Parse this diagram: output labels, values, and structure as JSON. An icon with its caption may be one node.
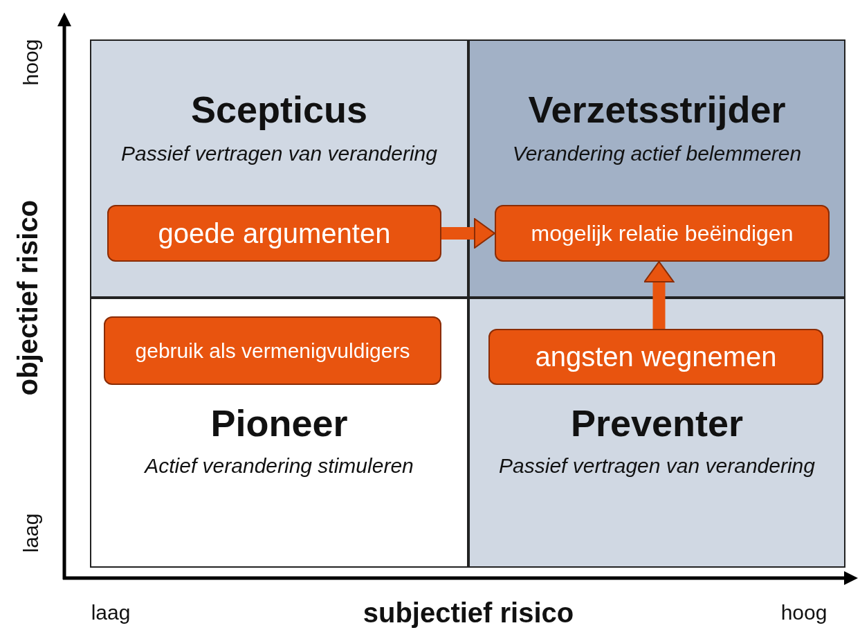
{
  "diagram": {
    "nodes": [
      {
        "text": [
          "Scepticus",
          "Passief vertragen van verandering"
        ]
      },
      {
        "text": [
          "goede argumenten"
        ],
        "in": 0
      },
      {
        "text": [
          "Verzetsstrijder",
          "Verandering actief belemmeren"
        ]
      },
      {
        "text": [
          "mogelijk relatie beëindigen"
        ],
        "in": 2
      },
      {
        "text": [
          "Pioneer",
          "Actief verandering stimuleren"
        ]
      },
      {
        "text": [
          "gebruik als vermenigvuldigers"
        ],
        "in": 4
      },
      {
        "text": [
          "Preventer",
          "Passief vertragen van verandering"
        ]
      },
      {
        "text": [
          "angsten wegnemen"
        ],
        "in": 6
      }
    ],
    "edges": [
      {
        "from": 1,
        "to": 3,
        "arrow": "to"
      },
      {
        "from": 7,
        "to": 3,
        "arrow": "to"
      }
    ],
    "labels": [
      "hoog",
      "objectief risico",
      "laag",
      "laag",
      "subjectief risico",
      "hoog"
    ]
  }
}
